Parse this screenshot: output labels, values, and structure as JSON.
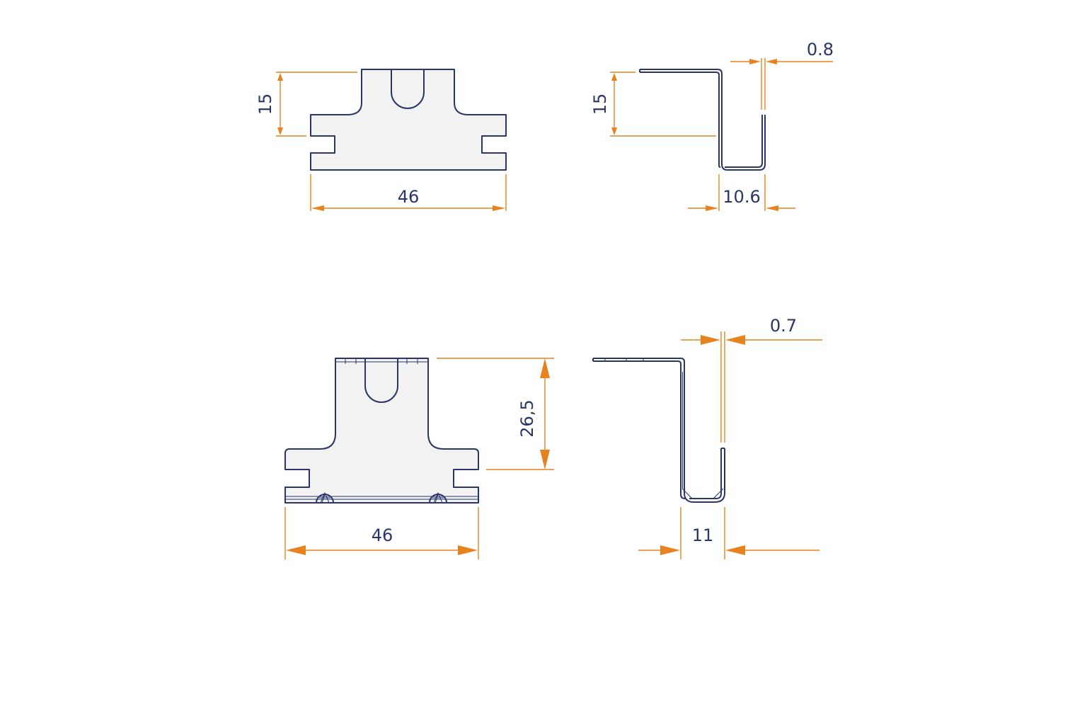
{
  "colors": {
    "outline": "#2b3668",
    "dimension": "#e8821e",
    "fill": "#f2f2f2"
  },
  "views": {
    "top_front": {
      "height_label": "15",
      "width_label": "46"
    },
    "top_side": {
      "thickness_label": "0.8",
      "height_label": "15",
      "depth_label": "10.6"
    },
    "bottom_front": {
      "height_label": "26,5",
      "width_label": "46"
    },
    "bottom_side": {
      "thickness_label": "0.7",
      "depth_label": "11"
    }
  }
}
